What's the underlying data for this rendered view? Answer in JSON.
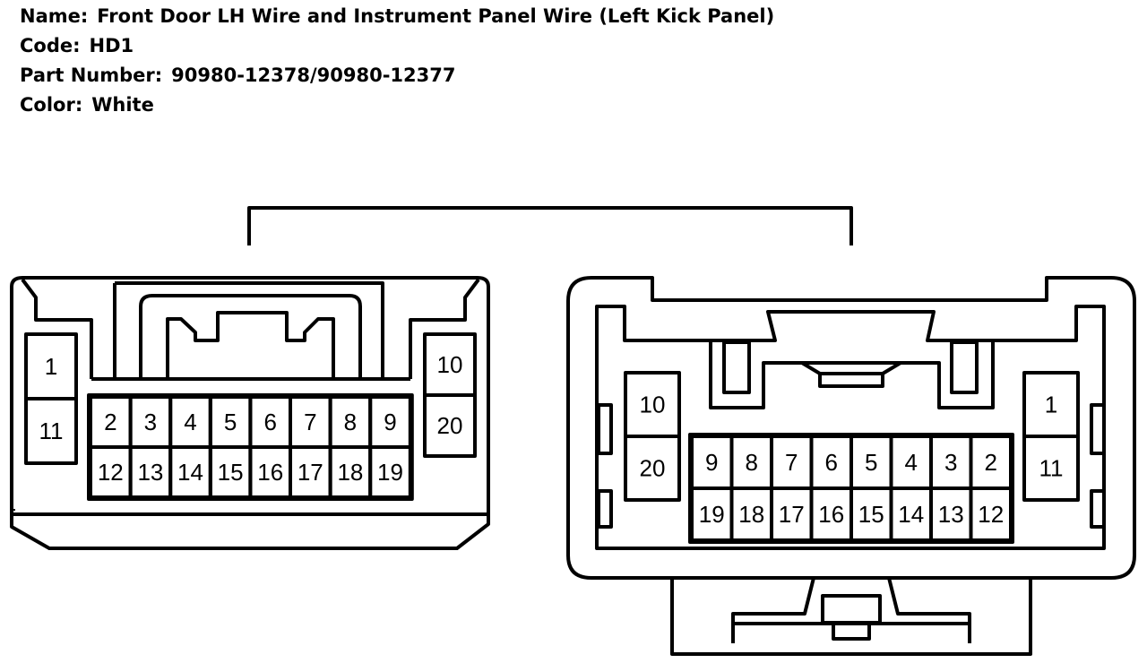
{
  "info": {
    "name_label": "Name:",
    "name_value": "Front Door LH Wire and Instrument Panel Wire (Left Kick Panel)",
    "code_label": "Code:",
    "code_value": "HD1",
    "part_label": "Part Number:",
    "part_value": "90980-12378/90980-12377",
    "color_label": "Color:",
    "color_value": "White"
  },
  "left_connector": {
    "side_top_left": "1",
    "side_bottom_left": "11",
    "side_top_right": "10",
    "side_bottom_right": "20",
    "top_row": [
      "2",
      "3",
      "4",
      "5",
      "6",
      "7",
      "8",
      "9"
    ],
    "bottom_row": [
      "12",
      "13",
      "14",
      "15",
      "16",
      "17",
      "18",
      "19"
    ]
  },
  "right_connector": {
    "side_top_left": "10",
    "side_bottom_left": "20",
    "side_top_right": "1",
    "side_bottom_right": "11",
    "top_row": [
      "9",
      "8",
      "7",
      "6",
      "5",
      "4",
      "3",
      "2"
    ],
    "bottom_row": [
      "19",
      "18",
      "17",
      "16",
      "15",
      "14",
      "13",
      "12"
    ]
  }
}
